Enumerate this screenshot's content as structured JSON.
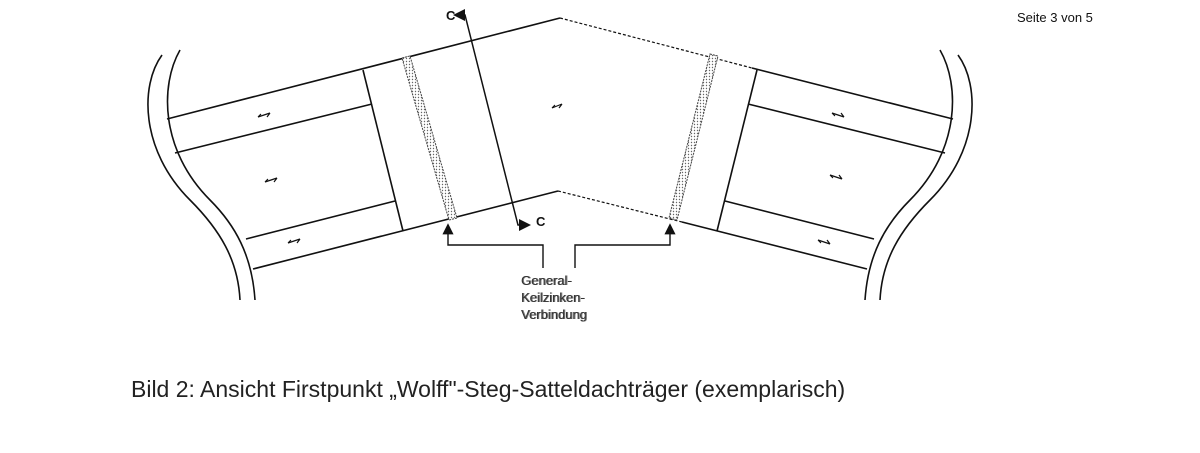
{
  "header": {
    "page_indicator": "Seite 3 von 5"
  },
  "diagram": {
    "section_marker_top": "C",
    "section_marker_bottom": "C",
    "annotation_lines": [
      "General-",
      "Keilzinken-",
      "Verbindung"
    ]
  },
  "caption": "Bild 2: Ansicht Firstpunkt „Wolff\"-Steg-Satteldachträger (exemplarisch)"
}
